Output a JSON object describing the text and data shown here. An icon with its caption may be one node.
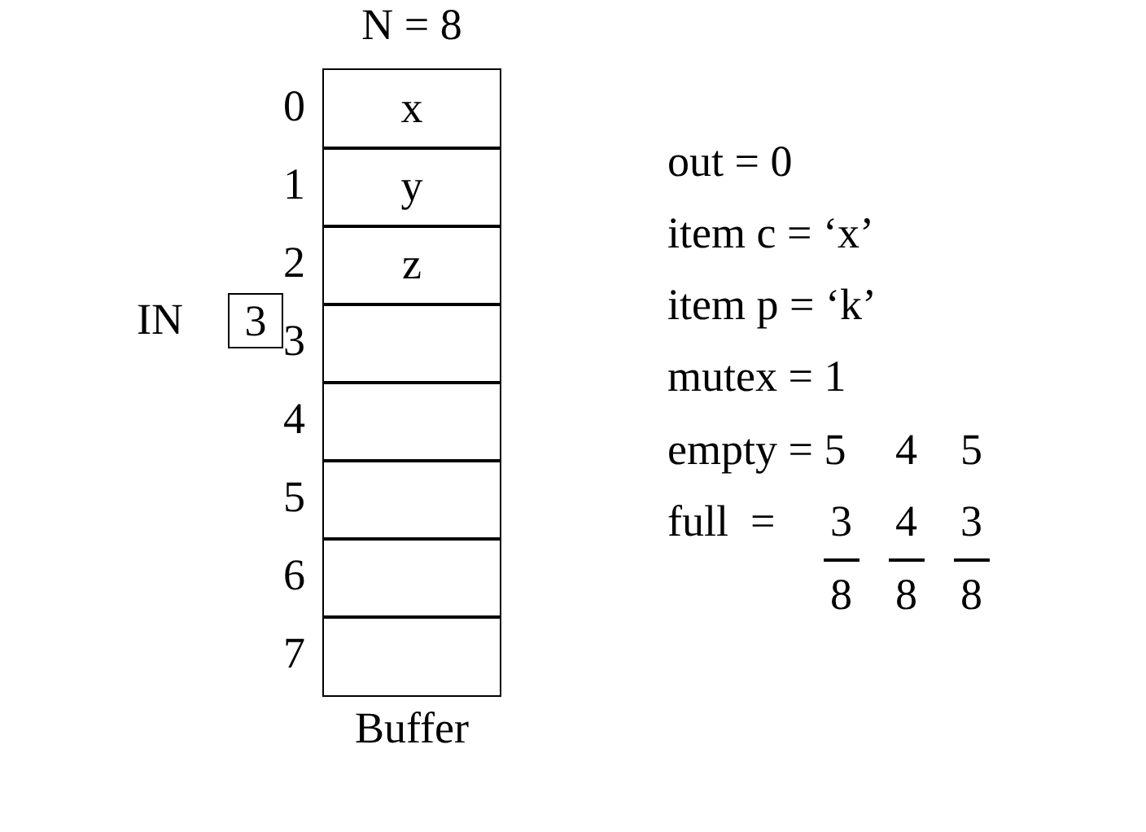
{
  "diagram": {
    "nodes": [
      {
        "text": [
          "N = 8",
          "Buffer"
        ]
      },
      {
        "text": [
          "x"
        ],
        "in": 0,
        "beside": [
          "0"
        ]
      },
      {
        "text": [
          "y"
        ],
        "in": 0,
        "beside": [
          "1"
        ]
      },
      {
        "text": [
          "z"
        ],
        "in": 0,
        "beside": [
          "2"
        ]
      },
      {
        "text": [],
        "shape": "box",
        "in": 0,
        "beside": [
          "3"
        ]
      },
      {
        "text": [],
        "shape": "box",
        "in": 0,
        "beside": [
          "4"
        ]
      },
      {
        "text": [],
        "shape": "box",
        "in": 0,
        "beside": [
          "5"
        ]
      },
      {
        "text": [],
        "shape": "box",
        "in": 0,
        "beside": [
          "6"
        ]
      },
      {
        "text": [],
        "shape": "box",
        "in": 0,
        "beside": [
          "7"
        ]
      },
      {
        "text": [
          "3"
        ],
        "beside": [
          "IN"
        ]
      }
    ],
    "labels": [
      "out = 0",
      "item c = ‘x’",
      "item p = ‘k’",
      "mutex = 1",
      "empty = 5",
      "4",
      "5",
      "full  =",
      "3",
      "4",
      "3",
      "8",
      "8",
      "8"
    ]
  }
}
